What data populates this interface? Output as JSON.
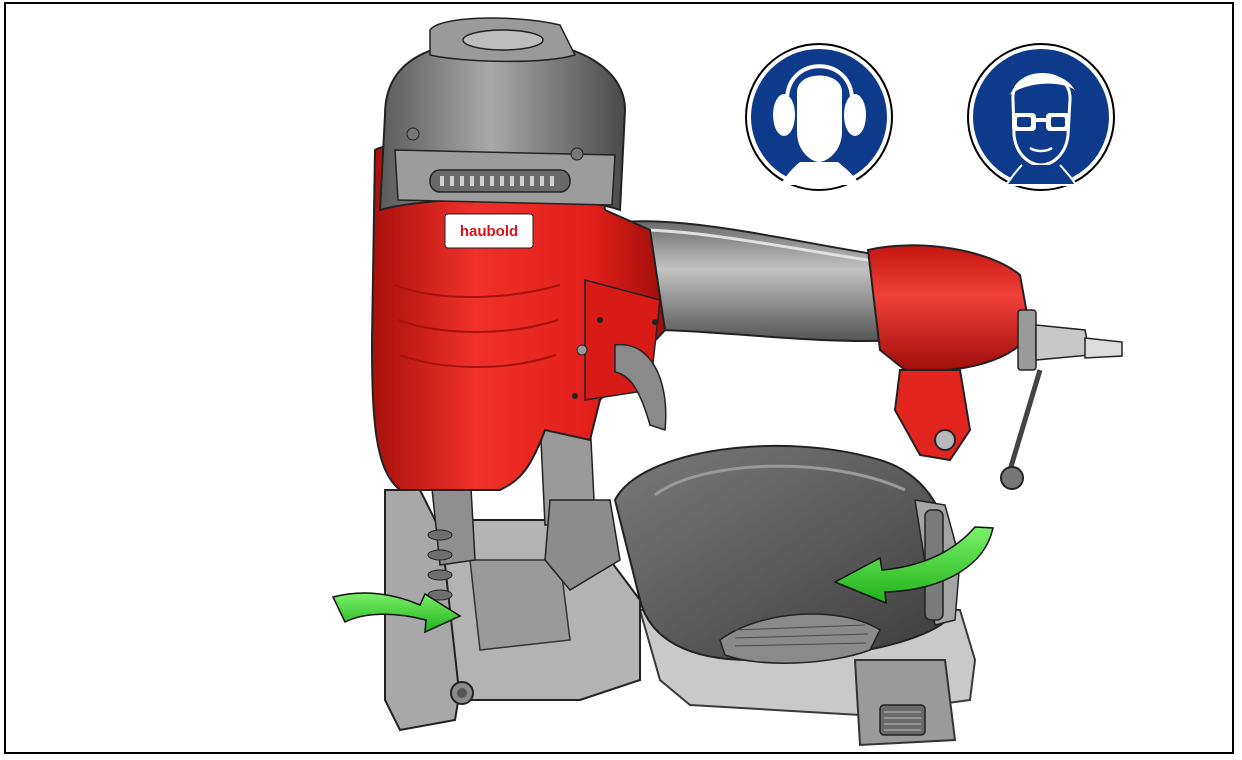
{
  "illustration": {
    "brand_label": "haubold",
    "colors": {
      "housing_red": "#e8231e",
      "housing_red_dark": "#b5130f",
      "tool_gray": "#8a8a8a",
      "tool_gray_dark": "#4f4f4f",
      "tool_gray_light": "#b8b8b8",
      "arrow_green": "#3ddc2f",
      "sign_blue": "#0e3a8c"
    },
    "safety_signs": [
      {
        "icon": "hearing-protection-icon"
      },
      {
        "icon": "eye-protection-icon"
      }
    ],
    "arrows": [
      {
        "icon": "green-rotation-arrow-left"
      },
      {
        "icon": "green-rotation-arrow-right"
      }
    ]
  }
}
